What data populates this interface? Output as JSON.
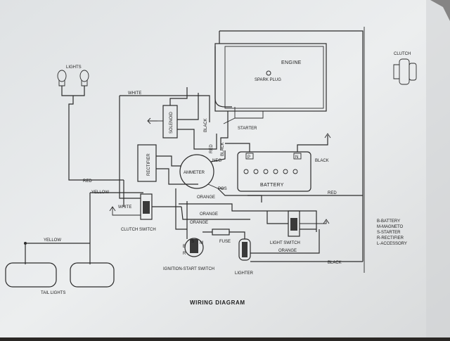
{
  "diagram": {
    "title": "WIRING DIAGRAM",
    "components": {
      "engine": "ENGINE",
      "spark_plug": "SPARK PLUG",
      "starter": "STARTER",
      "lights": "LIGHTS",
      "solenoid": "SOLENOID",
      "rectifier": "RECTIFIER",
      "ammeter": "AMMETER",
      "neg": "NEG",
      "pos": "POS",
      "battery": "BATTERY",
      "battery_p": "P",
      "battery_n": "N",
      "clutch": "CLUTCH",
      "clutch_switch": "CLUTCH SWITCH",
      "light_switch": "LIGHT SWITCH",
      "fuse": "FUSE",
      "ignition_switch": "IGNITION-START SWITCH",
      "lighter": "LIGHTER",
      "tail_lights": "TAIL LIGHTS",
      "switch_terminals": {
        "s": "S",
        "m": "M",
        "b": "B",
        "r": "R"
      }
    },
    "wires": {
      "white_top": "WHITE",
      "white_clutch": "WHITE",
      "black_solenoid": "BLACK",
      "black_battery": "BLACK",
      "black_right": "BLACK",
      "black_bottom": "BLACK",
      "red_left": "RED",
      "red_battery": "RED",
      "red_right": "RED",
      "yellow_top": "YELLOW",
      "yellow_tail": "YELLOW",
      "orange_ammeter": "ORANGE",
      "orange_mid": "ORANGE",
      "orange_lower": "ORANGE",
      "orange_light": "ORANGE"
    },
    "legend": [
      "B-BATTERY",
      "M-MAGNETO",
      "S-STARTER",
      "R-RECTIFIER",
      "L-ACCESSORY"
    ]
  },
  "colors": {
    "paper": "#e9ebec",
    "ink": "#2b2b2b",
    "background": "#2a2724"
  }
}
